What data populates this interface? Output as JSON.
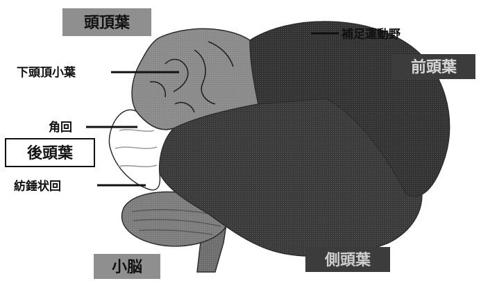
{
  "figure": {
    "colors": {
      "frontal": "#333333",
      "parietal": "#8a8a8a",
      "occipital": "#ffffff",
      "temporal": "#3a3a3a",
      "cerebellum": "#7d7d7d",
      "brainstem": "#6e6e6e",
      "label_box_gray": "#8f8f8f",
      "label_box_dark": "#3c3c3c"
    },
    "labels": {
      "parietal": "頭頂葉",
      "supplementary_motor": "補足運動野",
      "frontal": "前頭葉",
      "inferior_parietal": "下頭頂小葉",
      "angular_gyrus": "角回",
      "occipital": "後頭葉",
      "fusiform_gyrus": "紡錘状回",
      "cerebellum": "小脳",
      "temporal": "側頭葉"
    }
  }
}
